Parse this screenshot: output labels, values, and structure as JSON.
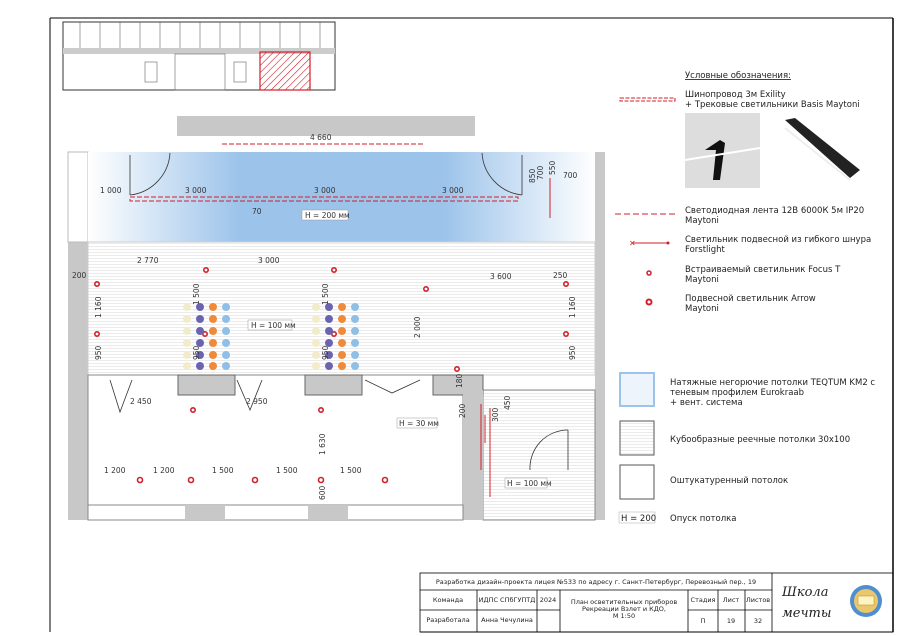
{
  "legend": {
    "title": "Условные обозначения:",
    "items": [
      {
        "label1": "Шинопровод 3м Exility",
        "label2": "+ Трековые светильники Basis Maytoni"
      },
      {
        "label1": "Светодиодная лента 12В 6000К 5м IP20",
        "label2": "Maytoni"
      },
      {
        "label1": "Светильник подвесной из гибкого шнура",
        "label2": "Forstlight"
      },
      {
        "label1": "Встраиваемый светильник Focus T",
        "label2": "Maytoni"
      },
      {
        "label1": "Подвесной светильник Arrow",
        "label2": "Maytoni"
      }
    ],
    "ceilings": [
      {
        "label1": "Натяжные негорючие потолки TEQTUM KM2 с",
        "label2": "теневым профилем Eurokraab",
        "label3": "+ вент. система"
      },
      {
        "label1": "Кубообразные реечные потолки 30х100"
      },
      {
        "label1": "Оштукатуренный потолок"
      },
      {
        "badge": "H = 200",
        "label1": "Опуск потолка"
      }
    ]
  },
  "plan": {
    "dims": [
      "4 660",
      "1 000",
      "3 000",
      "3 000",
      "3 000",
      "70",
      "850",
      "700",
      "550",
      "700",
      "2 770",
      "3 000",
      "3 600",
      "250",
      "200",
      "1 160",
      "1 500",
      "1 500",
      "950",
      "950",
      "950",
      "1 160",
      "950",
      "2 000",
      "180",
      "2 450",
      "2 950",
      "200",
      "450",
      "300",
      "1 630",
      "1 200",
      "1 200",
      "1 500",
      "1 500",
      "1 500",
      "600"
    ],
    "heights": [
      "H = 200 мм",
      "H = 100 мм",
      "H = 30 мм",
      "H = 100 мм"
    ]
  },
  "title_block": {
    "project": "Разработка дизайн-проекта лицея №533 по адресу г. Санкт-Петербург, Перевозный пер., 19",
    "team_label": "Команда",
    "team_value": "ИДПС СПбГУПТД",
    "year": "2024",
    "author_label": "Разработала",
    "author_value": "Анна Чечулина",
    "sheet_title1": "План осветительных приборов",
    "sheet_title2": "Рекреации Взлет и КДО,",
    "sheet_title3": "М 1:50",
    "stage_label": "Стадия",
    "sheet_label": "Лист",
    "sheets_label": "Листов",
    "stage": "П",
    "sheet": "19",
    "sheets": "32",
    "logo1": "Школа",
    "logo2": "мечты"
  },
  "colors": {
    "red": "#d0202a",
    "blue": "#9cc3ea",
    "wall": "#c8c8c8",
    "purple": "#6a64b0",
    "orange": "#ef8a3a",
    "lightblue": "#8fbfe6",
    "cream": "#f3eccb"
  }
}
